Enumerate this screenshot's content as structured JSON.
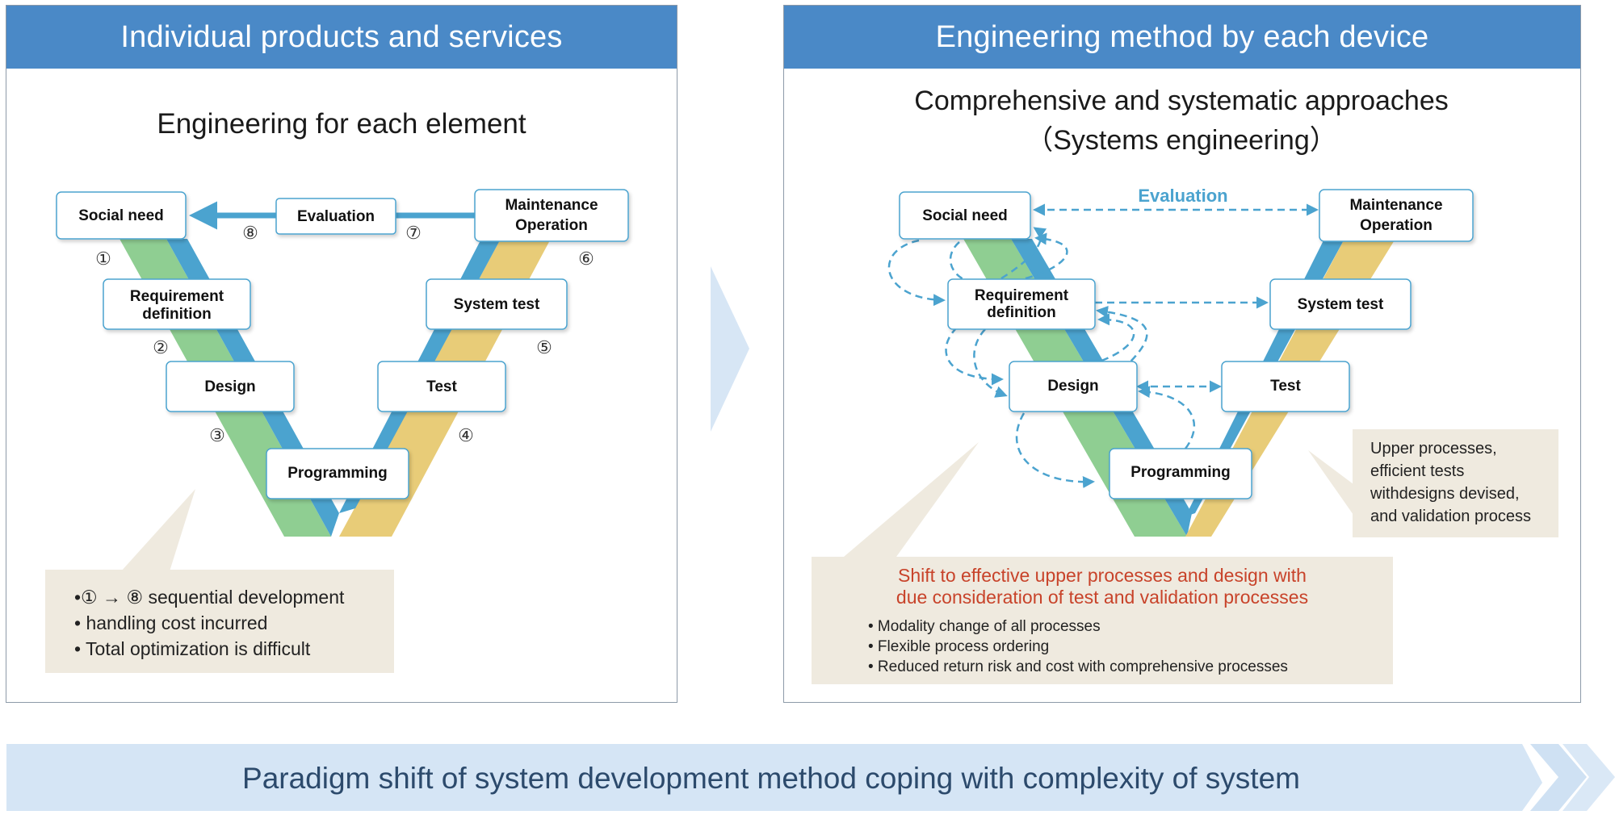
{
  "left_panel": {
    "header": "Individual products and services",
    "subtitle": "Engineering for each element",
    "boxes": {
      "social_need": "Social need",
      "requirement": [
        "Requirement",
        "definition"
      ],
      "design": "Design",
      "programming": "Programming",
      "test": "Test",
      "system_test": "System test",
      "maintenance": [
        "Maintenance",
        "Operation"
      ],
      "evaluation": "Evaluation"
    },
    "step_numbers": [
      "①",
      "②",
      "③",
      "④",
      "⑤",
      "⑥",
      "⑦",
      "⑧"
    ],
    "note_lines": [
      "•① → ⑧ sequential development",
      "• handling cost incurred",
      "• Total optimization is difficult"
    ]
  },
  "right_panel": {
    "header": "Engineering method by each device",
    "subtitle_line1": "Comprehensive and systematic approaches",
    "subtitle_line2": "（Systems engineering）",
    "evaluation_label": "Evaluation",
    "boxes": {
      "social_need": "Social need",
      "requirement": [
        "Requirement",
        "definition"
      ],
      "design": "Design",
      "programming": "Programming",
      "test": "Test",
      "system_test": "System test",
      "maintenance": [
        "Maintenance",
        "Operation"
      ]
    },
    "side_note_lines": [
      "Upper processes,",
      "efficient tests",
      "withdesigns devised,",
      "and validation process"
    ],
    "main_note_heading": [
      "Shift to effective upper processes and design with",
      "due consideration of test and  validation processes"
    ],
    "main_note_items": [
      "• Modality change of all processes",
      "• Flexible process ordering",
      "• Reduced return risk and cost with comprehensive processes"
    ]
  },
  "bottom_banner": "Paradigm shift of system development method coping with complexity of system",
  "colors": {
    "header_blue": "#4a89c7",
    "green_band": "#8fce92",
    "blue_band": "#4ba3cf",
    "yellow_band": "#e8cc78",
    "note_bg": "#efeadf",
    "arrow_blue": "#4ba3cf",
    "highlight_red": "#c8432a"
  }
}
